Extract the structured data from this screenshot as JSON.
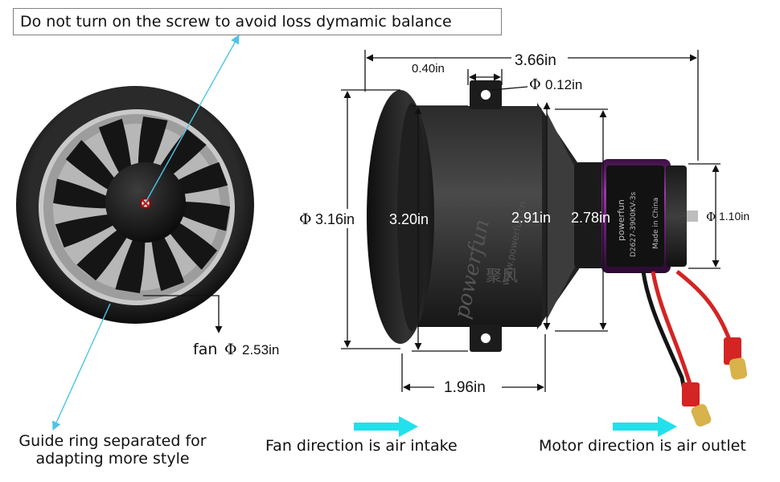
{
  "notes": {
    "screw_warning": "Do not turn on the screw to avoid loss dymamic balance",
    "guide_ring": [
      "Guide ring separated for",
      "adapting more style"
    ],
    "fan_direction": "Fan direction is air intake",
    "motor_direction": "Motor direction is air outlet"
  },
  "dimensions": {
    "fan_diameter_prefix": "fan",
    "phi": "Φ",
    "fan_diameter": "2.53in",
    "total_length": "3.66in",
    "mount_offset": "0.40in",
    "hole_diameter": "0.12in",
    "outer_diameter": "3.16in",
    "duct_diameter": "3.20in",
    "inner_diameter": "2.91in",
    "outlet_diameter": "2.78in",
    "motor_diameter": "1.10in",
    "duct_length": "1.96in"
  },
  "product_marks": {
    "brand": "powerfun",
    "brand_cn": "聚风",
    "website": "www.powerfun.cn",
    "motor_model": "D2627-3900KV-3s",
    "motor_origin": "Made in China",
    "motor_brand": "powerfun"
  },
  "colors": {
    "dimension_line": "#111111",
    "annotation_arrow": "#4fc3e6",
    "direction_arrow": "#22e0ec",
    "motor_can": "#7a2a86",
    "wire_red": "#d42424",
    "connector_gold": "#d8b24a"
  }
}
